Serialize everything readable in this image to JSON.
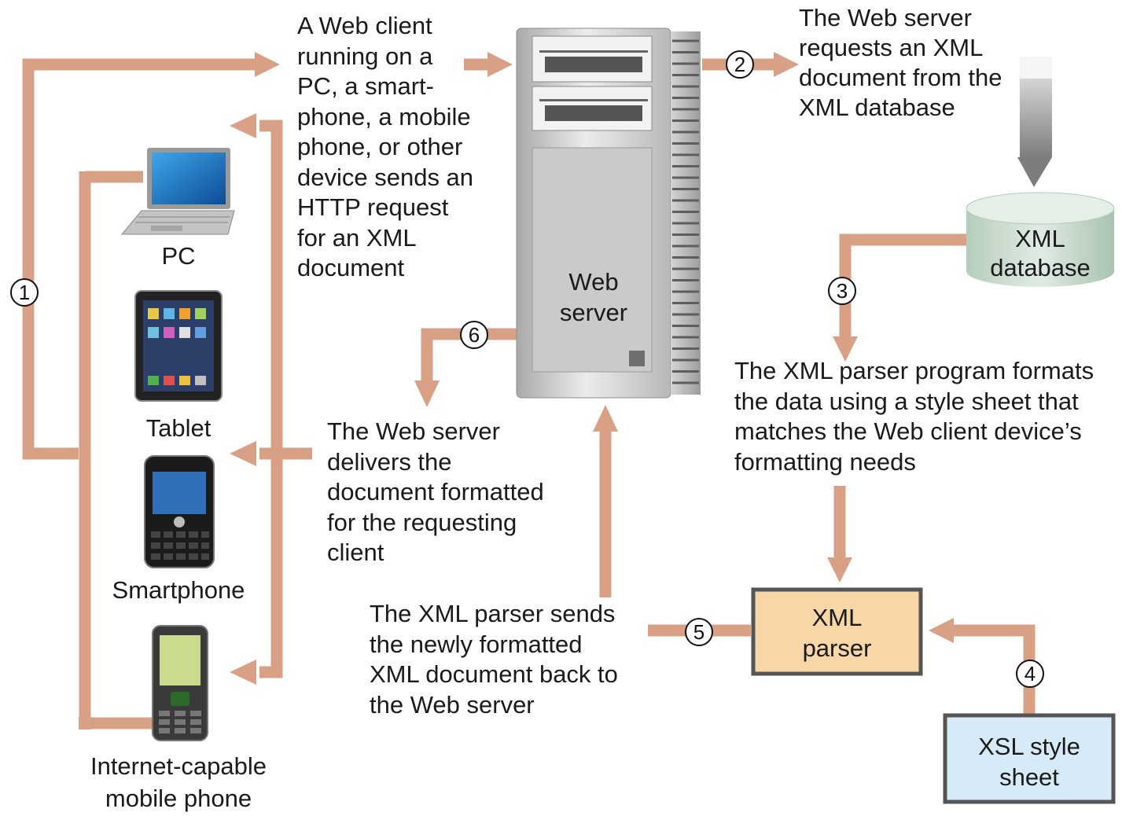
{
  "steps": {
    "s1": "1",
    "s2": "2",
    "s3": "3",
    "s4": "4",
    "s5": "5",
    "s6": "6"
  },
  "texts": {
    "client_request": "A Web client\nrunning on a\nPC, a smart-\nphone, a mobile\nphone, or other\ndevice sends an\nHTTP request\nfor an XML\ndocument",
    "server_requests": "The Web server\nrequests an XML\ndocument from the\nXML database",
    "parser_formats": "The XML parser program formats\nthe data using a style sheet that\nmatches the Web client device’s\nformatting needs",
    "server_delivers": "The Web server\ndelivers the\ndocument formatted\nfor the requesting\nclient",
    "parser_sends": "The XML parser sends\nthe newly formatted\nXML document back to\nthe Web server"
  },
  "nodes": {
    "web_server": "Web\nserver",
    "xml_database": "XML\ndatabase",
    "xml_parser": "XML\nparser",
    "xsl": "XSL style\nsheet"
  },
  "devices": {
    "pc": "PC",
    "tablet": "Tablet",
    "smartphone": "Smartphone",
    "mobile_phone": "Internet-capable\nmobile phone"
  },
  "colors": {
    "arrow": "#d8a186",
    "gray_arrow": "#9a9a9a",
    "parser_fill": "#f8d6a6",
    "xsl_fill": "#d6eaf7",
    "box_border": "#555555",
    "db_fill": "#cfe2d4"
  }
}
